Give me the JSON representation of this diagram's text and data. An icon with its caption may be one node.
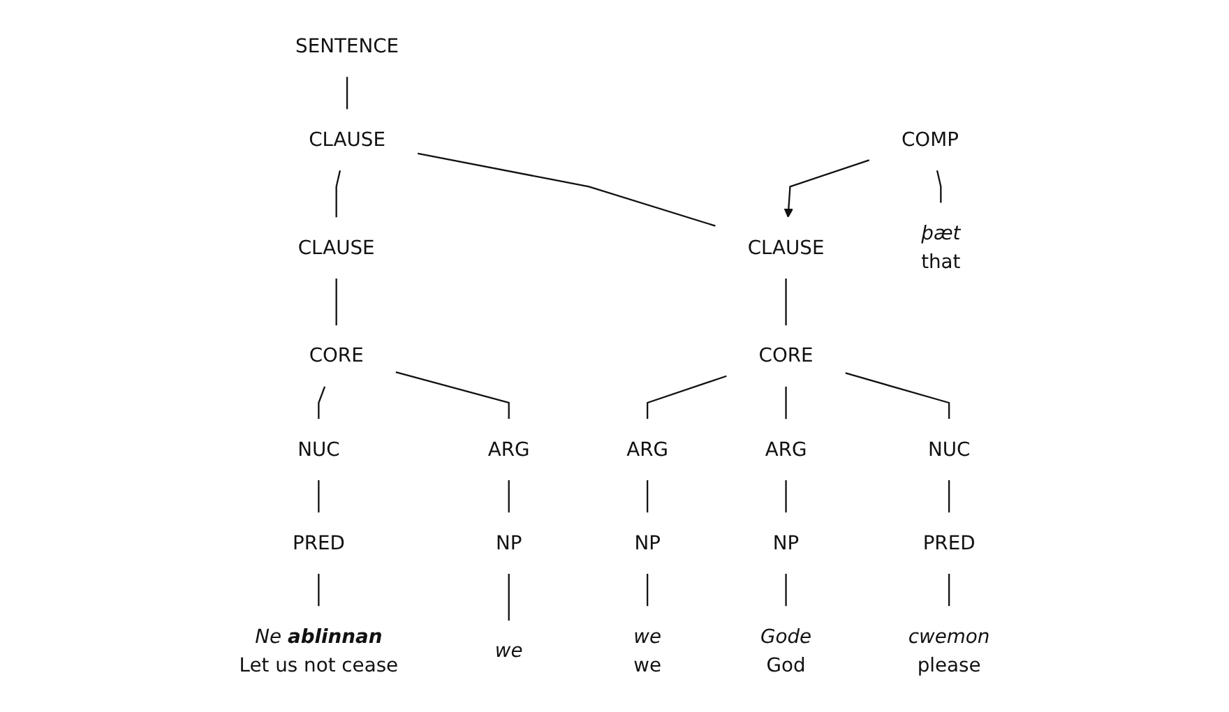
{
  "diagram": {
    "nodes": [
      {
        "text": [
          "SENTENCE"
        ]
      },
      {
        "text": [
          "CLAUSE"
        ]
      },
      {
        "text": [
          "CLAUSE"
        ]
      },
      {
        "text": [
          "COMP"
        ]
      },
      {
        "text": [
          "CLAUSE"
        ]
      },
      {
        "text": [
          "CORE"
        ]
      },
      {
        "text": [
          "CORE"
        ]
      },
      {
        "text": [
          "NUC"
        ]
      },
      {
        "text": [
          "ARG"
        ]
      },
      {
        "text": [
          "ARG"
        ]
      },
      {
        "text": [
          "ARG"
        ]
      },
      {
        "text": [
          "NUC"
        ]
      },
      {
        "text": [
          "PRED"
        ]
      },
      {
        "text": [
          "NP"
        ]
      },
      {
        "text": [
          "NP"
        ]
      },
      {
        "text": [
          "NP"
        ]
      },
      {
        "text": [
          "PRED"
        ]
      },
      {
        "text": [
          "Ne **ablinnan**",
          "Let us not cease"
        ]
      },
      {
        "text": [
          "we"
        ]
      },
      {
        "text": [
          "þæt",
          "that"
        ]
      },
      {
        "text": [
          "we",
          "we"
        ]
      },
      {
        "text": [
          "Gode",
          "God"
        ]
      },
      {
        "text": [
          "cwemon",
          "please"
        ]
      }
    ],
    "edges": [
      {
        "from": 0,
        "to": 1,
        "arrow": "none"
      },
      {
        "from": 1,
        "to": 2,
        "arrow": "none"
      },
      {
        "from": 1,
        "to": 4,
        "arrow": "none"
      },
      {
        "from": 3,
        "to": 4,
        "arrow": "to"
      },
      {
        "from": 2,
        "to": 5,
        "arrow": "none"
      },
      {
        "from": 4,
        "to": 6,
        "arrow": "none"
      },
      {
        "from": 5,
        "to": 7,
        "arrow": "none"
      },
      {
        "from": 5,
        "to": 8,
        "arrow": "none"
      },
      {
        "from": 6,
        "to": 9,
        "arrow": "none"
      },
      {
        "from": 6,
        "to": 10,
        "arrow": "none"
      },
      {
        "from": 6,
        "to": 11,
        "arrow": "none"
      },
      {
        "from": 7,
        "to": 12,
        "arrow": "none"
      },
      {
        "from": 8,
        "to": 13,
        "arrow": "none"
      },
      {
        "from": 9,
        "to": 14,
        "arrow": "none"
      },
      {
        "from": 10,
        "to": 15,
        "arrow": "none"
      },
      {
        "from": 11,
        "to": 16,
        "arrow": "none"
      },
      {
        "from": 12,
        "to": 17,
        "arrow": "none"
      },
      {
        "from": 13,
        "to": 18,
        "arrow": "none"
      },
      {
        "from": 3,
        "to": 19,
        "arrow": "none"
      },
      {
        "from": 14,
        "to": 20,
        "arrow": "none"
      },
      {
        "from": 15,
        "to": 21,
        "arrow": "none"
      },
      {
        "from": 16,
        "to": 22,
        "arrow": "none"
      }
    ]
  }
}
